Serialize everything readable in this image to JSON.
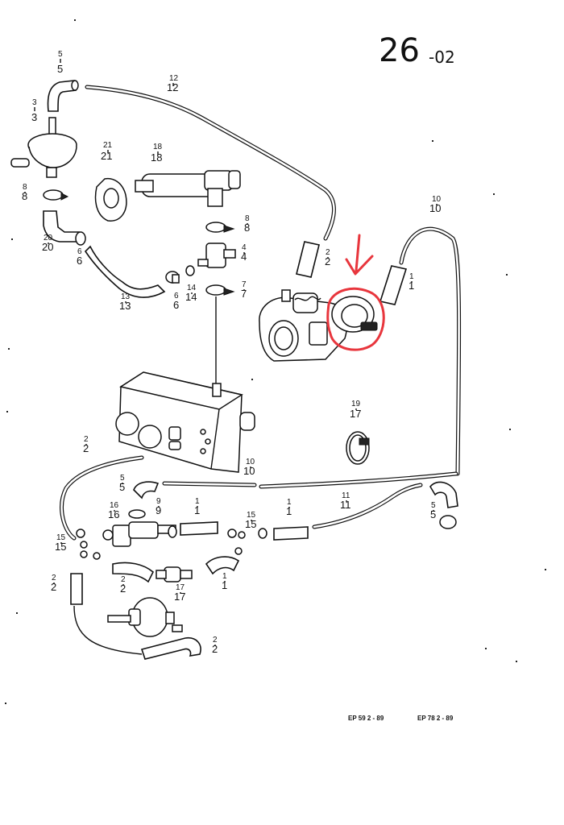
{
  "sheet": {
    "page_number": "26",
    "page_suffix": "-02",
    "footer_left": "EP 59   2 - 89",
    "footer_right": "EP 78   2 - 89"
  },
  "parts": [
    {
      "id": "p5a",
      "top": "5",
      "bottom": "5"
    },
    {
      "id": "p3",
      "top": "3",
      "bottom": "3"
    },
    {
      "id": "p12",
      "top": "12",
      "bottom": "12"
    },
    {
      "id": "p21",
      "top": "21",
      "bottom": "21"
    },
    {
      "id": "p18",
      "top": "18",
      "bottom": "18"
    },
    {
      "id": "p8a",
      "top": "8",
      "bottom": "8"
    },
    {
      "id": "p20",
      "top": "20",
      "bottom": "20"
    },
    {
      "id": "p6a",
      "top": "6",
      "bottom": "6"
    },
    {
      "id": "p13",
      "top": "13",
      "bottom": "13"
    },
    {
      "id": "p6b",
      "top": "6",
      "bottom": "6"
    },
    {
      "id": "p14",
      "top": "14",
      "bottom": "14"
    },
    {
      "id": "p8b",
      "top": "8",
      "bottom": "8"
    },
    {
      "id": "p4",
      "top": "4",
      "bottom": "4"
    },
    {
      "id": "p7",
      "top": "7",
      "bottom": "7"
    },
    {
      "id": "p2a",
      "top": "2",
      "bottom": "2"
    },
    {
      "id": "p1a",
      "top": "1",
      "bottom": "1"
    },
    {
      "id": "p10a",
      "top": "10",
      "bottom": "10"
    },
    {
      "id": "p19",
      "top": "19",
      "bottom": "17"
    },
    {
      "id": "p2b",
      "top": "2",
      "bottom": "2"
    },
    {
      "id": "p10b",
      "top": "10",
      "bottom": "10"
    },
    {
      "id": "p5b",
      "top": "5",
      "bottom": "5"
    },
    {
      "id": "p16",
      "top": "16",
      "bottom": "16"
    },
    {
      "id": "p9",
      "top": "9",
      "bottom": "9"
    },
    {
      "id": "p1b",
      "top": "1",
      "bottom": "1"
    },
    {
      "id": "p15a",
      "top": "15",
      "bottom": "15"
    },
    {
      "id": "p1c",
      "top": "1",
      "bottom": "1"
    },
    {
      "id": "p11",
      "top": "11",
      "bottom": "11"
    },
    {
      "id": "p5c",
      "top": "5",
      "bottom": "5"
    },
    {
      "id": "p15b",
      "top": "15",
      "bottom": "15"
    },
    {
      "id": "p2c",
      "top": "2",
      "bottom": "2"
    },
    {
      "id": "p17",
      "top": "17",
      "bottom": "17"
    },
    {
      "id": "p1d",
      "top": "1",
      "bottom": "1"
    },
    {
      "id": "p2d",
      "top": "2",
      "bottom": "2"
    },
    {
      "id": "p2e",
      "top": "2",
      "bottom": "2"
    }
  ],
  "highlight": {
    "color": "#e8363d"
  }
}
